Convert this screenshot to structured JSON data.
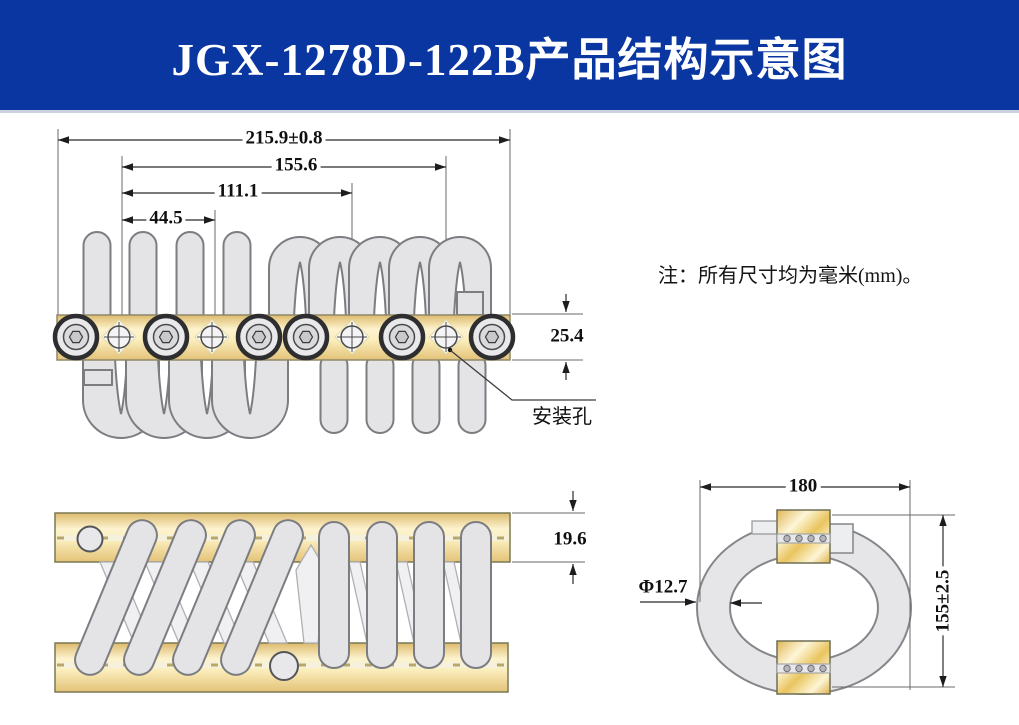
{
  "header": {
    "title": "JGX-1278D-122B产品结构示意图",
    "bg_color": "#0a36a2",
    "text_color": "#ffffff"
  },
  "note": {
    "text": "注：所有尺寸均为毫米(mm)。"
  },
  "side_view": {
    "dimensions": {
      "overall_length": "215.9±0.8",
      "hole_span_long": "155.6",
      "hole_span_mid": "111.1",
      "hole_span_short": "44.5",
      "bar_width": "25.4"
    },
    "mounting_hole_label": "安装孔"
  },
  "front_view": {
    "dimensions": {
      "bar_thickness": "19.6"
    }
  },
  "end_view": {
    "dimensions": {
      "overall_width": "180",
      "overall_height": "155±2.5",
      "wire_diameter": "Φ12.7"
    }
  },
  "colors": {
    "header_blue": "#0a36a2",
    "bar_gold": "#f6e7b4",
    "wire_gray": "#e4e4e7",
    "wire_outline": "#7c7d81",
    "dim_line": "#2b2b2b"
  }
}
